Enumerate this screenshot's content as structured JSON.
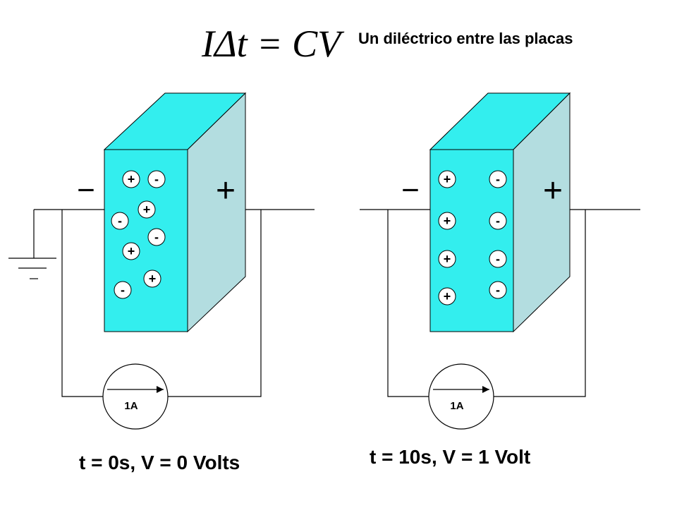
{
  "header": {
    "formula": "IΔt = CV",
    "title": "Un diléctrico entre las placas"
  },
  "panels": [
    {
      "caption": "t = 0s, V = 0 Volts",
      "ammeter_label": "1A",
      "negative_terminal": "−",
      "positive_terminal": "+",
      "grounded": true,
      "charges": [
        "+",
        "-",
        "+",
        "-",
        "-",
        "+",
        "+",
        "-"
      ]
    },
    {
      "caption": "t = 10s, V = 1 Volt",
      "ammeter_label": "1A",
      "negative_terminal": "−",
      "positive_terminal": "+",
      "grounded": false,
      "charges": [
        "+",
        "-",
        "+",
        "-",
        "+",
        "-",
        "+",
        "-"
      ]
    }
  ],
  "colors": {
    "plate_face": "#33eeee",
    "plate_side": "#b3dde0",
    "line": "#000000"
  }
}
